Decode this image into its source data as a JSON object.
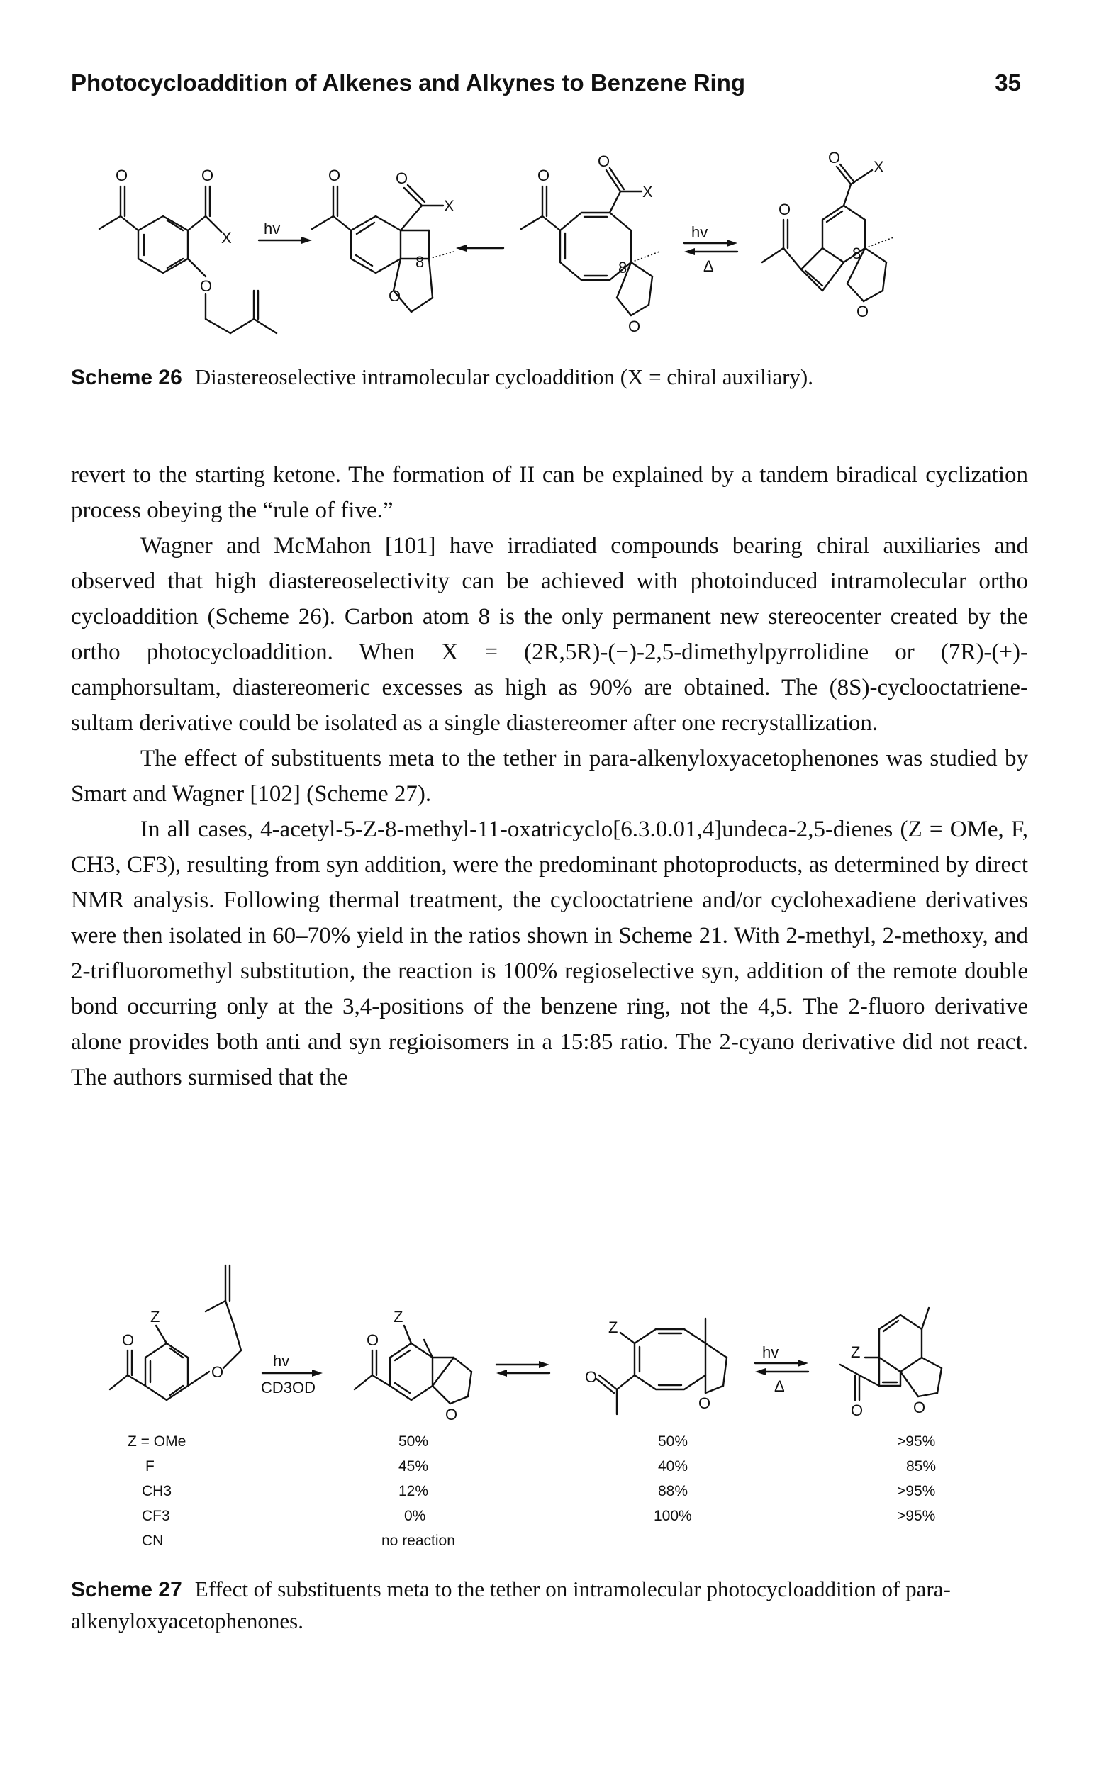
{
  "header": {
    "title": "Photocycloaddition of Alkenes and Alkynes to Benzene Ring",
    "page_number": "35"
  },
  "scheme26": {
    "label": "Scheme 26",
    "caption": "Diastereoselective intramolecular cycloaddition (X = chiral auxiliary).",
    "atoms": {
      "o": "O",
      "x": "X",
      "num8": "8"
    },
    "conditions": {
      "hv": "hv",
      "delta": "Δ"
    }
  },
  "body": {
    "p1": "revert to the starting ketone. The formation of II can be explained by a tandem biradical cyclization process obeying the “rule of five.”",
    "p2": "Wagner and McMahon [101] have irradiated compounds bearing chiral auxiliaries and observed that high diastereoselectivity can be achieved with photoinduced intramolecular ortho cycloaddition (Scheme 26). Carbon atom 8 is the only permanent new stereocenter created by the ortho photocycloaddition. When X = (2R,5R)-(−)-2,5-dimethylpyrrolidine or (7R)-(+)-camphorsultam, diastereomeric excesses as high as 90% are obtained. The (8S)-cyclooctatriene-sultam derivative could be isolated as a single diastereomer after one recrystallization.",
    "p3": "The effect of substituents meta to the tether in para-alkenyloxyacetophenones was studied by Smart and Wagner [102] (Scheme 27).",
    "p4": "In all cases, 4-acetyl-5-Z-8-methyl-11-oxatricyclo[6.3.0.01,4]undeca-2,5-dienes (Z = OMe, F, CH3, CF3), resulting from syn addition, were the predominant photoproducts, as determined by direct NMR analysis. Following thermal treatment, the cyclooctatriene and/or cyclohexadiene derivatives were then isolated in 60–70% yield in the ratios shown in Scheme 21. With 2-methyl, 2-methoxy, and 2-trifluoromethyl substitution, the reaction is 100% regioselective syn, addition of the remote double bond occurring only at the 3,4-positions of the benzene ring, not the 4,5. The 2-fluoro derivative alone provides both anti and syn regioisomers in a 15:85 ratio. The 2-cyano derivative did not react. The authors surmised that the"
  },
  "scheme27": {
    "label": "Scheme 27",
    "caption": "Effect of substituents meta to the tether on intramolecular photocycloaddition of para-alkenyloxyacetophenones.",
    "atoms": {
      "o": "O",
      "z": "Z"
    },
    "conditions": {
      "hv": "hv",
      "solvent": "CD3OD",
      "delta": "Δ"
    },
    "table": {
      "z_values": [
        "Z = OMe",
        "F",
        "CH3",
        "CF3",
        "CN"
      ],
      "col1": [
        "50%",
        "45%",
        "12%",
        "0%",
        "no reaction"
      ],
      "col2": [
        "50%",
        "40%",
        "88%",
        "100%"
      ],
      "col3": [
        ">95%",
        "85%",
        ">95%",
        ">95%"
      ]
    }
  }
}
